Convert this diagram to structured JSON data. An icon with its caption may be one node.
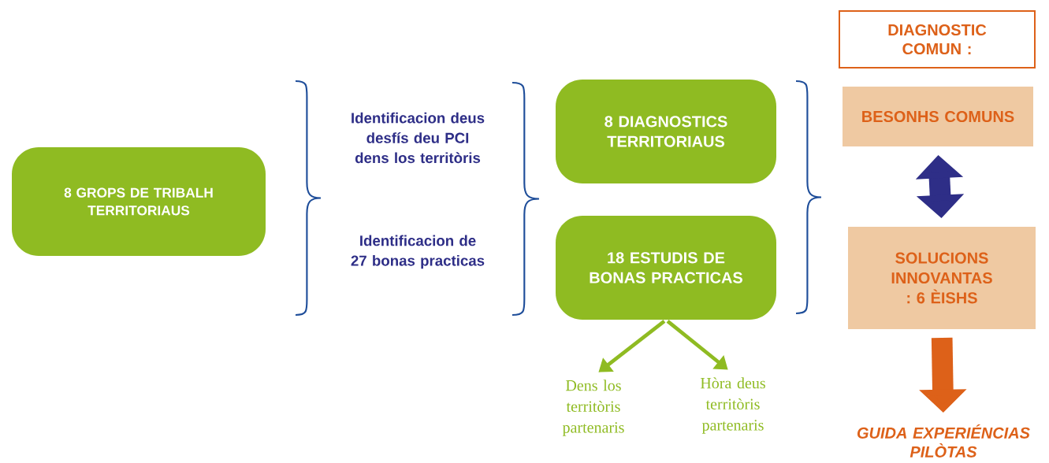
{
  "diagram": {
    "nodes": [
      {
        "text": [
          "8 GROPS DE TRIBALH TERRITORIAUS"
        ]
      },
      {
        "text": [
          "8 DIAGNOSTICS TERRITORIAUS"
        ]
      },
      {
        "text": [
          "18 ESTUDIS DE BONAS PRACTICAS"
        ]
      },
      {
        "text": [
          "Dens los territòris partenaris"
        ]
      },
      {
        "text": [
          "Hòra deus territòris partenaris"
        ]
      },
      {
        "text": [
          "DIAGNOSTIC COMUN :"
        ]
      },
      {
        "text": [
          "BESONHS COMUNS"
        ]
      },
      {
        "text": [
          "SOLUCIONS INNOVANTAS : 6 ÈISHS"
        ]
      },
      {
        "text": [
          "GUIDA EXPERIÉNCIAS PILÒTAS"
        ]
      }
    ],
    "edges": [
      {
        "from": 2,
        "to": 3,
        "arrow": "to"
      },
      {
        "from": 2,
        "to": 4,
        "arrow": "to"
      },
      {
        "from": 6,
        "to": 7,
        "arrow": "both",
        "style": "thick",
        "color": "#2e2e87"
      },
      {
        "from": 7,
        "to": 8,
        "arrow": "to",
        "style": "thick",
        "color": "#dd6119"
      }
    ],
    "labels": [
      "Identificacion deus desfís deu PCI dens los territòris",
      "Identificacion de 27 bonas practicas"
    ]
  }
}
